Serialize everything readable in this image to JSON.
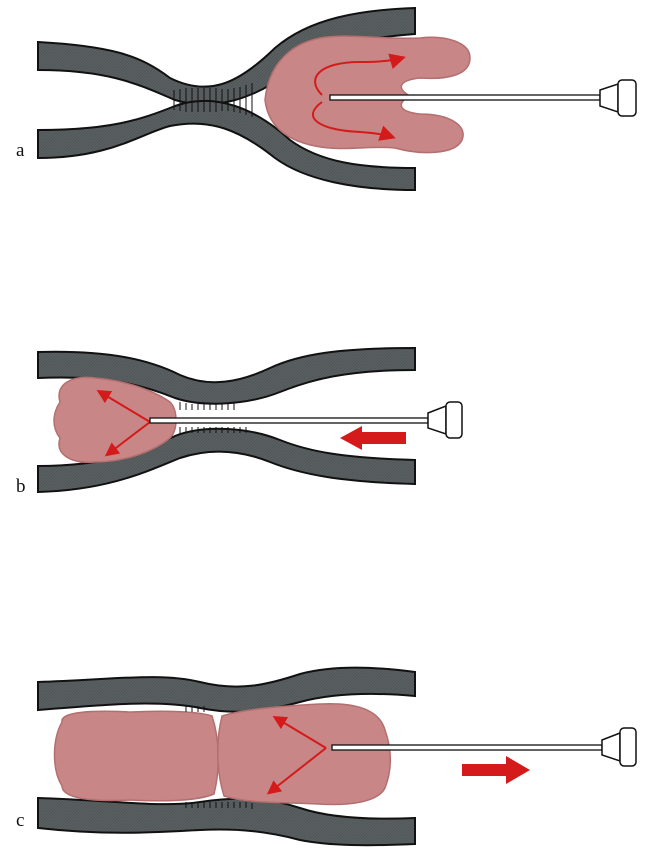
{
  "panels": [
    {
      "label": "a"
    },
    {
      "label": "b"
    },
    {
      "label": "c"
    }
  ],
  "colors": {
    "wall_fill": "#5a6061",
    "wall_stroke": "#111111",
    "lumen": "#ffffff",
    "balloon_fill": "#c98686",
    "balloon_edge": "#b36f6f",
    "arrow_red": "#d41a1a",
    "instrument": "#ffffff"
  },
  "icons": {
    "instrument": "syringe-applicator-icon",
    "direction_left": "arrow-left-icon",
    "direction_right": "arrow-right-icon"
  }
}
